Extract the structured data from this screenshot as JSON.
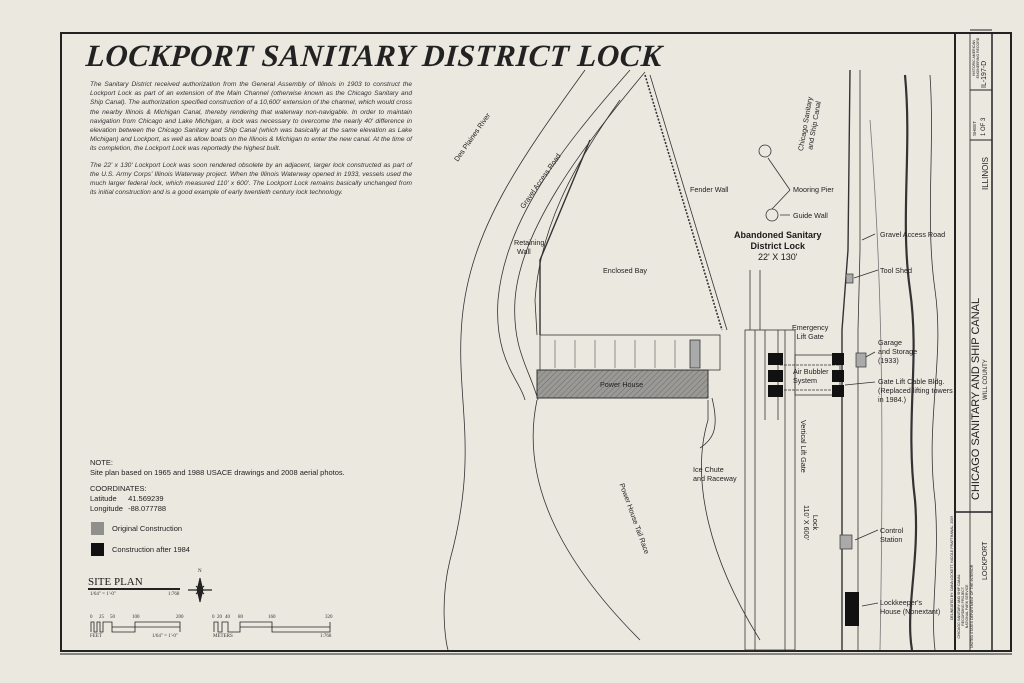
{
  "title": "LOCKPORT SANITARY DISTRICT LOCK",
  "description": [
    "The Sanitary District received authorization from the General Assembly of Illinois in 1903 to construct the Lockport Lock as part of an extension of the Main Channel (otherwise known as the Chicago Sanitary and Ship Canal). The authorization specified construction of a 10,600' extension of the channel, which would cross the nearby Illinois & Michigan Canal, thereby rendering that waterway non-navigable. In order to maintain navigation from Chicago and Lake Michigan, a lock was necessary to overcome the nearly 40' difference in elevation between the Chicago Sanitary and Ship Canal (which was basically at the same elevation as Lake Michigan) and Lockport, as well as allow boats on the Illinois & Michigan to enter the new canal. At the time of its completion, the Lockport Lock was reportedly the highest built.",
    "The 22' x 130' Lockport Lock was soon rendered obsolete by an adjacent, larger lock constructed as part of the U.S. Army Corps' Illinois Waterway project. When the Illinois Waterway opened in 1933, vessels used the much larger federal lock, which measured 110' x 600'. The Lockport Lock remains basically unchanged from its initial construction and is a good example of early twentieth century lock technology."
  ],
  "note": {
    "heading": "NOTE:",
    "text": "Site plan based on 1965 and 1988 USACE drawings and 2008 aerial photos."
  },
  "coordinates": {
    "heading": "COORDINATES:",
    "latitude_label": "Latitude",
    "latitude": "41.569239",
    "longitude_label": "Longitude",
    "longitude": "-88.077788"
  },
  "legend": [
    {
      "label": "Original Construction",
      "color": "#8f8f8c"
    },
    {
      "label": "Construction after 1984",
      "color": "#111111"
    }
  ],
  "site_plan": {
    "title": "SITE PLAN",
    "scale_text": "1/64\" = 1'-0\"",
    "ratio": "1:768",
    "north": "N",
    "feet_ticks": [
      "0",
      "25",
      "50",
      "100",
      "200"
    ],
    "feet_unit": "FEET",
    "meter_ticks": [
      "0",
      "20",
      "40",
      "80",
      "160",
      "320"
    ],
    "meter_unit": "METERS"
  },
  "labels": {
    "des_plaines": "Des Plaines River",
    "gravel_road_left": "Gravel Access Road",
    "retaining_wall": [
      "Retaining",
      "Wall"
    ],
    "enclosed_bay": "Enclosed Bay",
    "fender_wall": "Fender Wall",
    "canal": [
      "Chicago Sanitary",
      "and Ship Canal"
    ],
    "mooring_pier": "Mooring Pier",
    "guide_wall": "Guide Wall",
    "abandoned_lock": [
      "Abandoned Sanitary",
      "District Lock"
    ],
    "lock_size": "22' X 130'",
    "gravel_road_right": "Gravel Access Road",
    "tool_shed": "Tool Shed",
    "emergency_gate": [
      "Emergency",
      "Lift Gate"
    ],
    "garage": [
      "Garage",
      "and Storage",
      "(1933)"
    ],
    "air_bubbler": [
      "Air Bubbler",
      "System"
    ],
    "cable_bldg": [
      "Gate Lift Cable Bldg.",
      "(Replaced lifting towers",
      "in 1984.)"
    ],
    "power_house": "Power House",
    "ice_chute": [
      "Ice Chute",
      "and Raceway"
    ],
    "vertical_gate": "Vertical Lift Gate",
    "federal_lock": [
      "Lock",
      "110' X 600'"
    ],
    "tail_race": "Power House Tail Race",
    "control_station": [
      "Control",
      "Station"
    ],
    "lockkeeper": [
      "Lockkeeper's",
      "House (Nonextant)"
    ]
  },
  "title_block": {
    "project": "CHICAGO SANITARY AND SHIP CANAL",
    "county": "WILL COUNTY",
    "city": "LOCKPORT",
    "state": "ILLINOIS",
    "sheet_label": "SHEET",
    "sheet": "1 OF 3",
    "record": "HISTORIC AMERICAN ENGINEERING RECORD",
    "record_no": "IL-197-D",
    "agency": [
      "CHICAGO SANITARY AND SHIP CANAL",
      "RECORDING PROJECT",
      "NATIONAL PARK SERVICE",
      "UNITED STATES DEPARTMENT OF THE INTERIOR"
    ],
    "delineated": "DELINEATED BY: DANA LOCKETT, NICOLE PRAFTHANAL, 2009"
  }
}
